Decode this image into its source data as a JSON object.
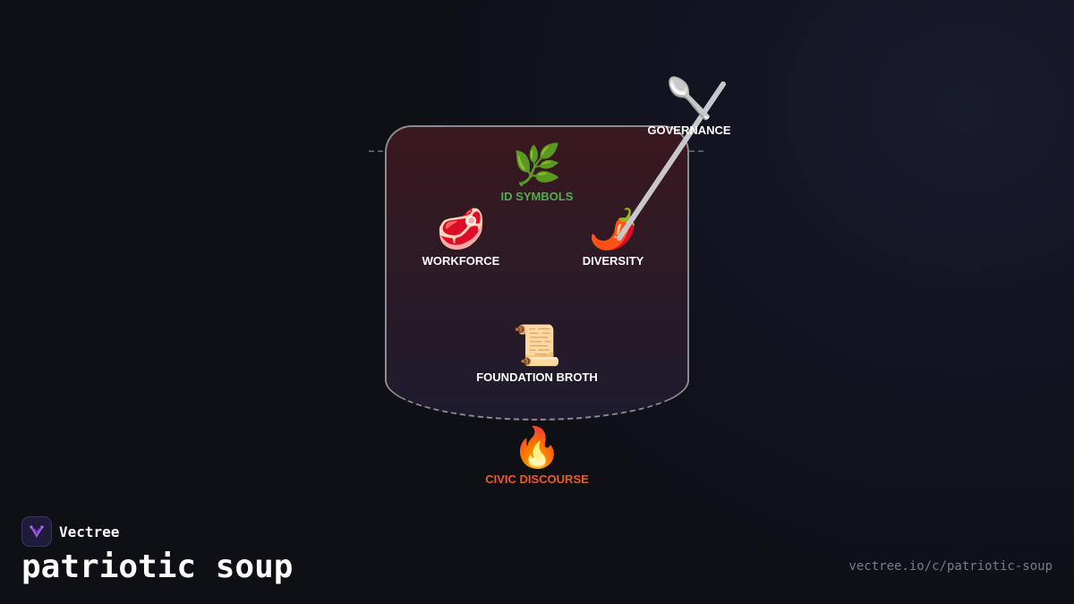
{
  "diagram": {
    "ingredients": [
      {
        "emoji": "🌿",
        "label": "ID SYMBOLS",
        "color": "#4caf50"
      },
      {
        "emoji": "🥩",
        "label": "WORKFORCE",
        "color": "#ffffff"
      },
      {
        "emoji": "🌶️",
        "label": "DIVERSITY",
        "color": "#ffffff"
      },
      {
        "emoji": "📜",
        "label": "FOUNDATION BROTH",
        "color": "#ffffff"
      }
    ],
    "spoon": {
      "emoji": "🥄",
      "label": "GOVERNANCE"
    },
    "fire": {
      "emoji": "🔥",
      "label": "CIVIC DISCOURSE",
      "color": "#f0582a"
    }
  },
  "footer": {
    "brand": "Vectree",
    "title": "patriotic soup",
    "url": "vectree.io/c/patriotic-soup"
  }
}
